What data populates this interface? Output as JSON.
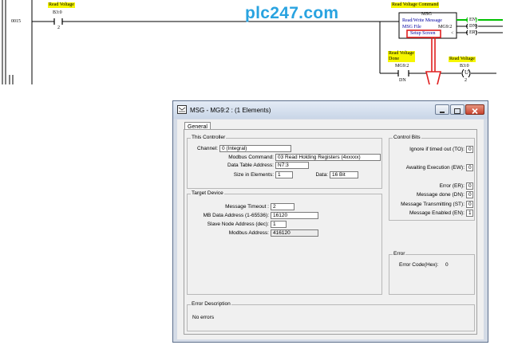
{
  "ladder": {
    "rung_number": "0015",
    "left_contact": {
      "label": "Read Voltage",
      "address": "B3:0",
      "bit": "2"
    },
    "watermark": "plc247.com",
    "msg_block": {
      "label": "Read Voltage Command",
      "title": "MSG",
      "subtitle": "Read/Write Message",
      "file_label": "MSG File",
      "file_value": "MG9:2",
      "setup_label": "Setup Screen",
      "setup_marker": "<",
      "outputs": [
        "EN",
        "DN",
        "ER"
      ]
    },
    "done_contact": {
      "label_line1": "Read Voltage",
      "label_line2": "Done",
      "address": "MG9:2",
      "bit": "DN"
    },
    "unlatch_coil": {
      "label": "Read Voltage",
      "address": "B3:0",
      "symbol": "U",
      "bit": "2"
    }
  },
  "dialog": {
    "title": "MSG - MG9:2 : (1 Elements)",
    "tab": "General",
    "this_controller": {
      "title": "This Controller",
      "channel_label": "Channel:",
      "channel_value": "0 (Integral)",
      "modbus_command_label": "Modbus Command:",
      "modbus_command_value": "03 Read Holding Registers (4xxxxx)",
      "data_table_label": "Data Table Address:",
      "data_table_value": "N7:3",
      "size_label": "Size in Elements:",
      "size_value": "1",
      "data_label": "Data:",
      "data_value": "16 Bit"
    },
    "target_device": {
      "title": "Target Device",
      "timeout_label": "Message Timeout :",
      "timeout_value": "2",
      "mb_label": "MB Data Address (1-65536):",
      "mb_value": "16120",
      "slave_label": "Slave Node Address (dec):",
      "slave_value": "1",
      "modbus_addr_label": "Modbus Address:",
      "modbus_addr_value": "416120"
    },
    "control_bits": {
      "title": "Control Bits",
      "items": [
        {
          "label": "Ignore if timed out (TO):",
          "value": "0"
        },
        {
          "label": "Awaiting Execution (EW):",
          "value": "0"
        },
        {
          "label": "Error (ER):",
          "value": "0"
        },
        {
          "label": "Message done (DN):",
          "value": "0"
        },
        {
          "label": "Message Transmitting (ST):",
          "value": "0"
        },
        {
          "label": "Message Enabled (EN):",
          "value": "1"
        }
      ]
    },
    "error": {
      "title": "Error",
      "code_label": "Error Code(Hex):",
      "code_value": "0"
    },
    "error_description": {
      "title": "Error Description",
      "text": "No errors"
    }
  },
  "colors": {
    "watermark": "#29a3e0",
    "label_highlight": "#f6f600",
    "energized": "#00c000",
    "callout": "#e02020",
    "close_button": "#c8442f"
  }
}
